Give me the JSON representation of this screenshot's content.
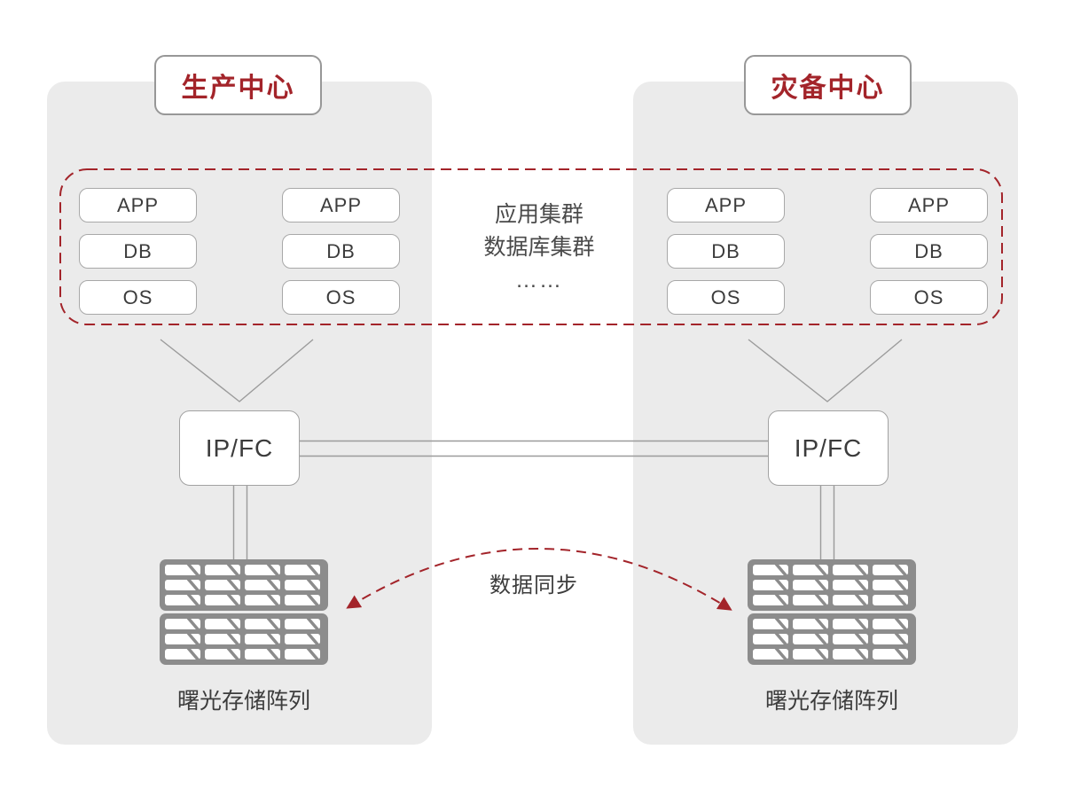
{
  "diagram": {
    "left_panel": {
      "title": "生产中心"
    },
    "right_panel": {
      "title": "灾备中心"
    },
    "stack_layers": [
      "APP",
      "DB",
      "OS"
    ],
    "cluster_caption": {
      "line1": "应用集群",
      "line2": "数据库集群",
      "line3": "……"
    },
    "switch_label": "IP/FC",
    "storage_label": "曙光存储阵列",
    "sync_label": "数据同步",
    "icons": {
      "storage": "storage-array-icon",
      "sync": "curved-dashed-double-arrow-icon"
    },
    "colors": {
      "accent_red": "#A3242A",
      "panel_gray": "#EBEBEB",
      "connector_gray": "#9B9B9B",
      "box_border_gray": "#A8A8A8",
      "storage_gray": "#8C8C8C",
      "text_dark": "#3C3C3C",
      "background": "#FFFFFF"
    }
  }
}
